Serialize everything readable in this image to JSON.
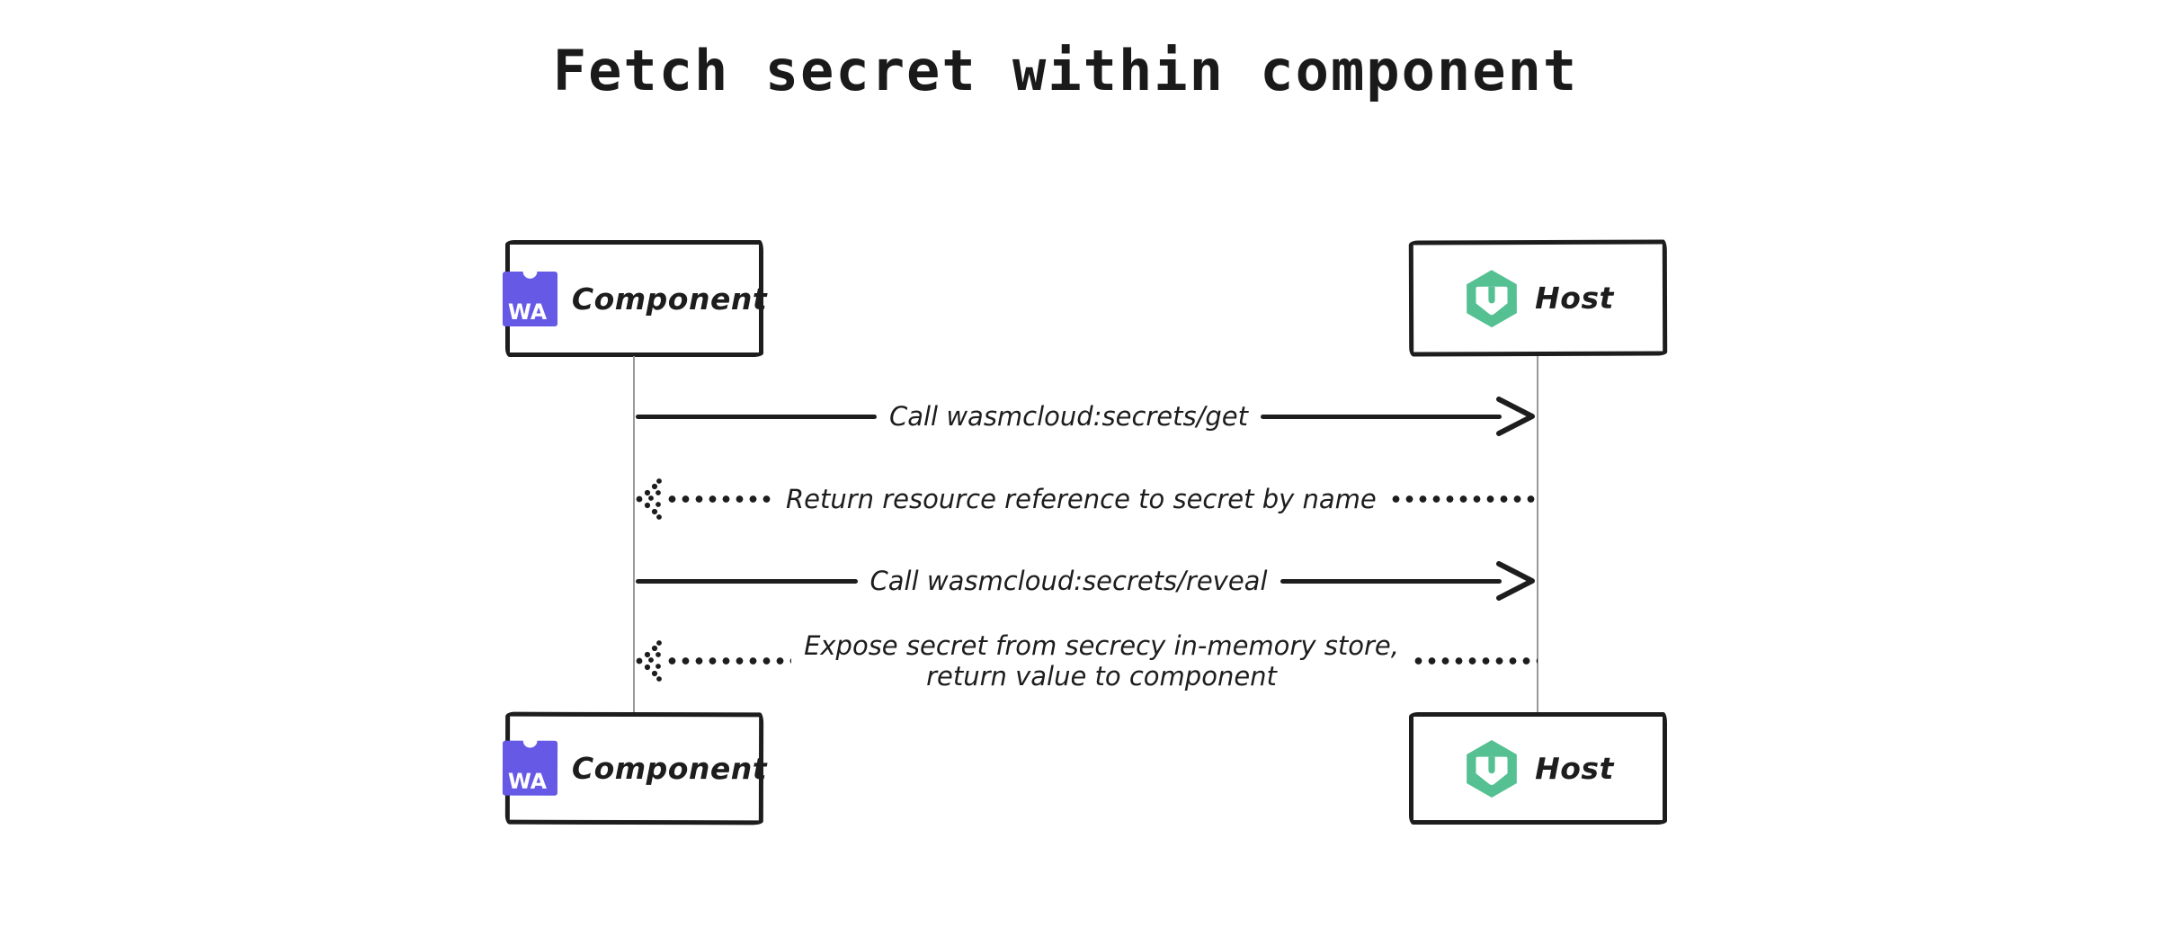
{
  "title": "Fetch secret within component",
  "colors": {
    "ink": "#1d1d1d",
    "lifeline": "#9a9a9a",
    "component-purple": "#6559e6",
    "host-green": "#55c091",
    "background": "#ffffff"
  },
  "actors": {
    "component": {
      "label": "Component",
      "icon": "wasm-component-icon",
      "icon_text": "WA"
    },
    "host": {
      "label": "Host",
      "icon": "wasmcloud-host-icon"
    }
  },
  "messages": [
    {
      "label": "Call wasmcloud:secrets/get",
      "style": "solid",
      "direction": "right",
      "from": "component",
      "to": "host"
    },
    {
      "label": "Return resource reference to secret by name",
      "style": "dotted",
      "direction": "left",
      "from": "host",
      "to": "component"
    },
    {
      "label": "Call wasmcloud:secrets/reveal",
      "style": "solid",
      "direction": "right",
      "from": "component",
      "to": "host"
    },
    {
      "label_lines": [
        "Expose secret from secrecy in-memory store,",
        "return value to component"
      ],
      "style": "dotted",
      "direction": "left",
      "from": "host",
      "to": "component"
    }
  ]
}
